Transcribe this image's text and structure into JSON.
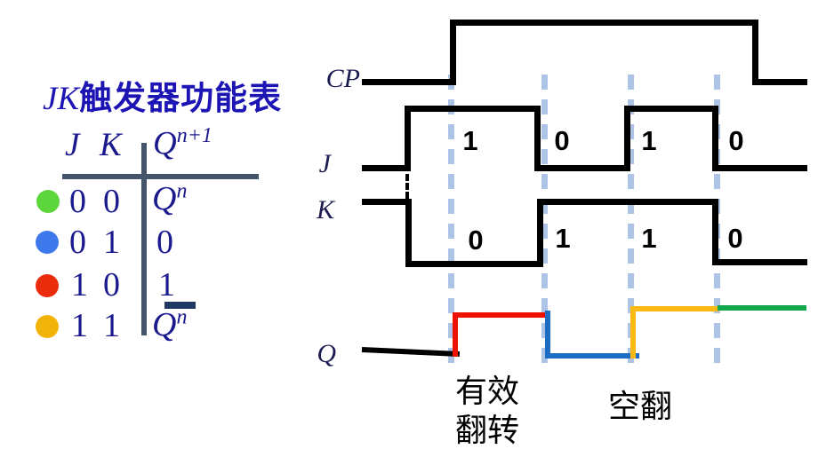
{
  "function_table": {
    "title_latin": "JK",
    "title_cjk": "触发器功能表",
    "header": {
      "j": "J",
      "k": "K",
      "q_base": "Q",
      "q_sup": "n+1"
    },
    "rows": [
      {
        "dot": "#5cd63a",
        "j": "0",
        "k": "0",
        "result_base": "Q",
        "result_sup": "n"
      },
      {
        "dot": "#3d79ea",
        "j": "0",
        "k": "1",
        "result_base": "0",
        "result_sup": ""
      },
      {
        "dot": "#ea2c0c",
        "j": "1",
        "k": "0",
        "result_base": "1",
        "result_sup": ""
      },
      {
        "dot": "#f3b40a",
        "j": "1",
        "k": "1",
        "result_base": "Q",
        "result_sup": "n"
      }
    ]
  },
  "timing": {
    "labels": {
      "cp": "CP",
      "j": "J",
      "k": "K",
      "q": "Q"
    },
    "j_values": [
      "1",
      "0",
      "1",
      "0"
    ],
    "k_values": [
      "0",
      "1",
      "1",
      "0"
    ],
    "annotation_effective_line1": "有效",
    "annotation_effective_line2": "翻转",
    "annotation_race": "空翻",
    "colors": {
      "q_set": "#ee1100",
      "q_reset": "#1b6cc2",
      "q_toggle": "#fcb813",
      "q_hold": "#12a64c",
      "edge_guide": "#aec4e6"
    }
  }
}
